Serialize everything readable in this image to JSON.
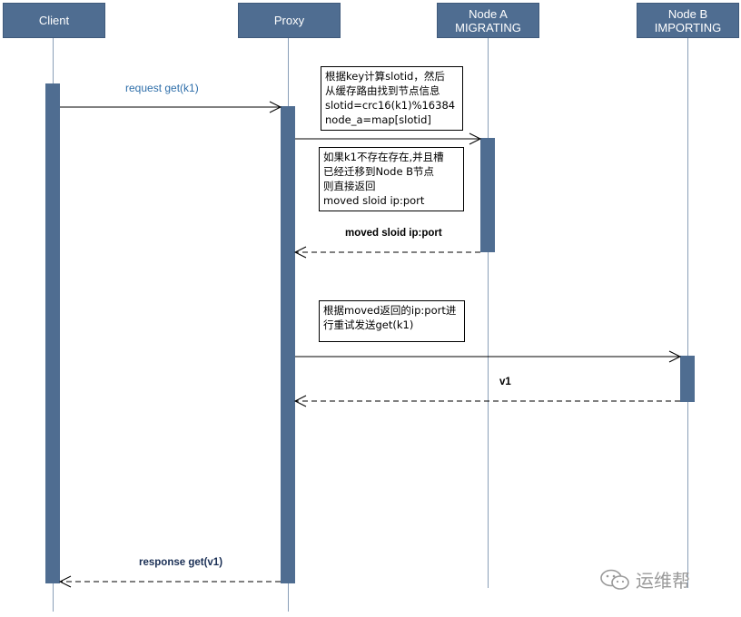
{
  "participants": [
    {
      "id": "client",
      "lines": [
        "Client"
      ]
    },
    {
      "id": "proxy",
      "lines": [
        "Proxy"
      ]
    },
    {
      "id": "node_a",
      "lines": [
        "Node A",
        "MIGRATING"
      ]
    },
    {
      "id": "node_b",
      "lines": [
        "Node B",
        "IMPORTING"
      ]
    }
  ],
  "messages": {
    "request": "request get(k1)",
    "moved": "moved  sloid ip:port",
    "v1": "v1",
    "response": "response get(v1)"
  },
  "notes": {
    "compute": [
      "根据key计算slotid，然后",
      "从缓存路由找到节点信息",
      "slotid=crc16(k1)%16384",
      "node_a=map[slotid]"
    ],
    "moved_check": [
      "如果k1不存在存在,并且槽",
      "已经迁移到Node B节点",
      "则直接返回",
      "moved  sloid ip:port"
    ],
    "retry": [
      "根据moved返回的ip:port进",
      "行重试发送get(k1)"
    ]
  },
  "watermark": "运维帮",
  "colors": {
    "participant": "#4f6d91",
    "message_label": "#2f6faa"
  }
}
